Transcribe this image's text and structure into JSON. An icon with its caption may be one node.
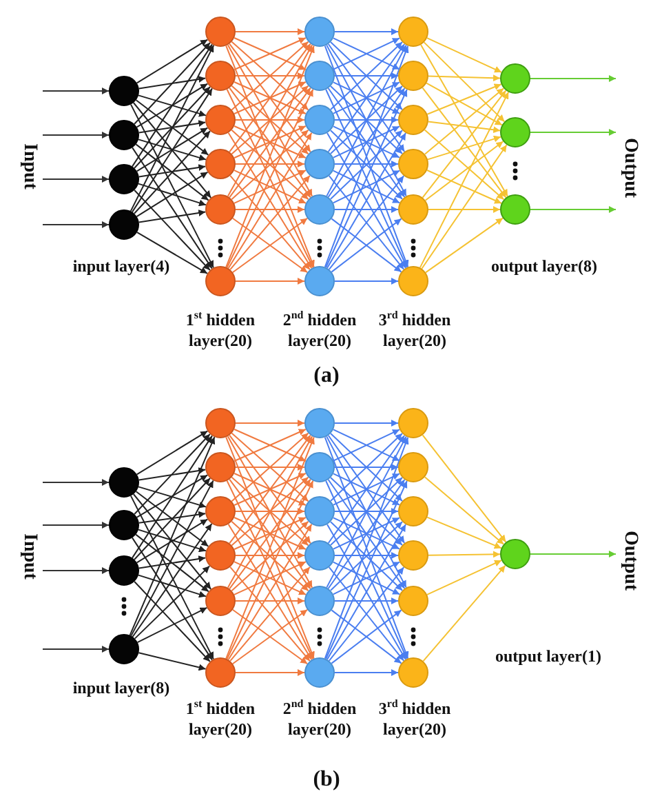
{
  "diagram": {
    "nodes": [
      {
        "text": [],
        "shape": "circle"
      },
      {
        "text": [],
        "shape": "circle"
      },
      {
        "text": [],
        "shape": "circle"
      },
      {
        "text": [],
        "shape": "circle"
      },
      {
        "text": [],
        "shape": "circle"
      },
      {
        "text": [],
        "shape": "circle"
      },
      {
        "text": [],
        "shape": "circle"
      },
      {
        "text": [],
        "shape": "circle"
      },
      {
        "text": [],
        "shape": "circle"
      },
      {
        "text": [],
        "shape": "circle"
      },
      {
        "text": [],
        "shape": "circle"
      },
      {
        "text": [],
        "shape": "circle"
      },
      {
        "text": [],
        "shape": "circle"
      },
      {
        "text": [],
        "shape": "circle"
      },
      {
        "text": [],
        "shape": "circle"
      },
      {
        "text": [],
        "shape": "circle"
      },
      {
        "text": [],
        "shape": "circle"
      },
      {
        "text": [],
        "shape": "circle"
      },
      {
        "text": [],
        "shape": "circle"
      },
      {
        "text": [],
        "shape": "circle"
      },
      {
        "text": [],
        "shape": "circle"
      },
      {
        "text": [],
        "shape": "circle"
      },
      {
        "text": [],
        "shape": "circle"
      },
      {
        "text": [],
        "shape": "circle"
      },
      {
        "text": [],
        "shape": "circle"
      },
      {
        "text": [],
        "shape": "circle"
      },
      {
        "text": [],
        "shape": "circle"
      },
      {
        "text": [],
        "shape": "circle"
      },
      {
        "text": [],
        "shape": "circle"
      },
      {
        "text": [],
        "shape": "circle"
      },
      {
        "text": [],
        "shape": "circle"
      },
      {
        "text": [],
        "shape": "circle"
      },
      {
        "text": [],
        "shape": "circle"
      },
      {
        "text": [],
        "shape": "circle"
      },
      {
        "text": [],
        "shape": "circle"
      },
      {
        "text": [],
        "shape": "circle"
      },
      {
        "text": [],
        "shape": "circle"
      },
      {
        "text": [],
        "shape": "circle"
      },
      {
        "text": [],
        "shape": "circle"
      },
      {
        "text": [],
        "shape": "circle"
      },
      {
        "text": [],
        "shape": "circle"
      },
      {
        "text": [],
        "shape": "circle"
      },
      {
        "text": [],
        "shape": "circle"
      },
      {
        "text": [],
        "shape": "circle"
      },
      {
        "text": [],
        "shape": "circle"
      },
      {
        "text": [],
        "shape": "circle"
      },
      {
        "text": [],
        "shape": "circle"
      },
      {
        "text": [],
        "shape": "circle"
      },
      {
        "text": [
          "Input"
        ]
      },
      {
        "text": [
          "Output"
        ]
      },
      {
        "text": [
          "Input"
        ]
      },
      {
        "text": [
          "Output"
        ]
      }
    ],
    "edges": [
      {
        "from": 48,
        "to": 0,
        "arrow": "to",
        "color": "#333333"
      },
      {
        "from": 48,
        "to": 1,
        "arrow": "to",
        "color": "#333333"
      },
      {
        "from": 48,
        "to": 2,
        "arrow": "to",
        "color": "#333333"
      },
      {
        "from": 48,
        "to": 3,
        "arrow": "to",
        "color": "#333333"
      },
      {
        "from": 0,
        "to": 4,
        "arrow": "to",
        "color": "#222222"
      },
      {
        "from": 0,
        "to": 5,
        "arrow": "to",
        "color": "#222222"
      },
      {
        "from": 0,
        "to": 6,
        "arrow": "to",
        "color": "#222222"
      },
      {
        "from": 0,
        "to": 7,
        "arrow": "to",
        "color": "#222222"
      },
      {
        "from": 0,
        "to": 8,
        "arrow": "to",
        "color": "#222222"
      },
      {
        "from": 0,
        "to": 9,
        "arrow": "to",
        "color": "#222222"
      },
      {
        "from": 1,
        "to": 4,
        "arrow": "to",
        "color": "#222222"
      },
      {
        "from": 1,
        "to": 5,
        "arrow": "to",
        "color": "#222222"
      },
      {
        "from": 1,
        "to": 6,
        "arrow": "to",
        "color": "#222222"
      },
      {
        "from": 1,
        "to": 7,
        "arrow": "to",
        "color": "#222222"
      },
      {
        "from": 1,
        "to": 8,
        "arrow": "to",
        "color": "#222222"
      },
      {
        "from": 1,
        "to": 9,
        "arrow": "to",
        "color": "#222222"
      },
      {
        "from": 2,
        "to": 4,
        "arrow": "to",
        "color": "#222222"
      },
      {
        "from": 2,
        "to": 5,
        "arrow": "to",
        "color": "#222222"
      },
      {
        "from": 2,
        "to": 6,
        "arrow": "to",
        "color": "#222222"
      },
      {
        "from": 2,
        "to": 7,
        "arrow": "to",
        "color": "#222222"
      },
      {
        "from": 2,
        "to": 8,
        "arrow": "to",
        "color": "#222222"
      },
      {
        "from": 2,
        "to": 9,
        "arrow": "to",
        "color": "#222222"
      },
      {
        "from": 3,
        "to": 4,
        "arrow": "to",
        "color": "#222222"
      },
      {
        "from": 3,
        "to": 5,
        "arrow": "to",
        "color": "#222222"
      },
      {
        "from": 3,
        "to": 6,
        "arrow": "to",
        "color": "#222222"
      },
      {
        "from": 3,
        "to": 7,
        "arrow": "to",
        "color": "#222222"
      },
      {
        "from": 3,
        "to": 8,
        "arrow": "to",
        "color": "#222222"
      },
      {
        "from": 3,
        "to": 9,
        "arrow": "to",
        "color": "#222222"
      },
      {
        "from": 4,
        "to": 10,
        "arrow": "to",
        "color": "#f07a40"
      },
      {
        "from": 4,
        "to": 11,
        "arrow": "to",
        "color": "#f07a40"
      },
      {
        "from": 4,
        "to": 12,
        "arrow": "to",
        "color": "#f07a40"
      },
      {
        "from": 4,
        "to": 13,
        "arrow": "to",
        "color": "#f07a40"
      },
      {
        "from": 4,
        "to": 14,
        "arrow": "to",
        "color": "#f07a40"
      },
      {
        "from": 4,
        "to": 15,
        "arrow": "to",
        "color": "#f07a40"
      },
      {
        "from": 5,
        "to": 10,
        "arrow": "to",
        "color": "#f07a40"
      },
      {
        "from": 5,
        "to": 11,
        "arrow": "to",
        "color": "#f07a40"
      },
      {
        "from": 5,
        "to": 12,
        "arrow": "to",
        "color": "#f07a40"
      },
      {
        "from": 5,
        "to": 13,
        "arrow": "to",
        "color": "#f07a40"
      },
      {
        "from": 5,
        "to": 14,
        "arrow": "to",
        "color": "#f07a40"
      },
      {
        "from": 5,
        "to": 15,
        "arrow": "to",
        "color": "#f07a40"
      },
      {
        "from": 6,
        "to": 10,
        "arrow": "to",
        "color": "#f07a40"
      },
      {
        "from": 6,
        "to": 11,
        "arrow": "to",
        "color": "#f07a40"
      },
      {
        "from": 6,
        "to": 12,
        "arrow": "to",
        "color": "#f07a40"
      },
      {
        "from": 6,
        "to": 13,
        "arrow": "to",
        "color": "#f07a40"
      },
      {
        "from": 6,
        "to": 14,
        "arrow": "to",
        "color": "#f07a40"
      },
      {
        "from": 6,
        "to": 15,
        "arrow": "to",
        "color": "#f07a40"
      },
      {
        "from": 7,
        "to": 10,
        "arrow": "to",
        "color": "#f07a40"
      },
      {
        "from": 7,
        "to": 11,
        "arrow": "to",
        "color": "#f07a40"
      },
      {
        "from": 7,
        "to": 12,
        "arrow": "to",
        "color": "#f07a40"
      },
      {
        "from": 7,
        "to": 13,
        "arrow": "to",
        "color": "#f07a40"
      },
      {
        "from": 7,
        "to": 14,
        "arrow": "to",
        "color": "#f07a40"
      },
      {
        "from": 7,
        "to": 15,
        "arrow": "to",
        "color": "#f07a40"
      },
      {
        "from": 8,
        "to": 10,
        "arrow": "to",
        "color": "#f07a40"
      },
      {
        "from": 8,
        "to": 11,
        "arrow": "to",
        "color": "#f07a40"
      },
      {
        "from": 8,
        "to": 12,
        "arrow": "to",
        "color": "#f07a40"
      },
      {
        "from": 8,
        "to": 13,
        "arrow": "to",
        "color": "#f07a40"
      },
      {
        "from": 8,
        "to": 14,
        "arrow": "to",
        "color": "#f07a40"
      },
      {
        "from": 8,
        "to": 15,
        "arrow": "to",
        "color": "#f07a40"
      },
      {
        "from": 9,
        "to": 10,
        "arrow": "to",
        "color": "#f07a40"
      },
      {
        "from": 9,
        "to": 11,
        "arrow": "to",
        "color": "#f07a40"
      },
      {
        "from": 9,
        "to": 12,
        "arrow": "to",
        "color": "#f07a40"
      },
      {
        "from": 9,
        "to": 13,
        "arrow": "to",
        "color": "#f07a40"
      },
      {
        "from": 9,
        "to": 14,
        "arrow": "to",
        "color": "#f07a40"
      },
      {
        "from": 9,
        "to": 15,
        "arrow": "to",
        "color": "#f07a40"
      },
      {
        "from": 10,
        "to": 16,
        "arrow": "to",
        "color": "#4a7ef0"
      },
      {
        "from": 10,
        "to": 17,
        "arrow": "to",
        "color": "#4a7ef0"
      },
      {
        "from": 10,
        "to": 18,
        "arrow": "to",
        "color": "#4a7ef0"
      },
      {
        "from": 10,
        "to": 19,
        "arrow": "to",
        "color": "#4a7ef0"
      },
      {
        "from": 10,
        "to": 20,
        "arrow": "to",
        "color": "#4a7ef0"
      },
      {
        "from": 10,
        "to": 21,
        "arrow": "to",
        "color": "#4a7ef0"
      },
      {
        "from": 11,
        "to": 16,
        "arrow": "to",
        "color": "#4a7ef0"
      },
      {
        "from": 11,
        "to": 17,
        "arrow": "to",
        "color": "#4a7ef0"
      },
      {
        "from": 11,
        "to": 18,
        "arrow": "to",
        "color": "#4a7ef0"
      },
      {
        "from": 11,
        "to": 19,
        "arrow": "to",
        "color": "#4a7ef0"
      },
      {
        "from": 11,
        "to": 20,
        "arrow": "to",
        "color": "#4a7ef0"
      },
      {
        "from": 11,
        "to": 21,
        "arrow": "to",
        "color": "#4a7ef0"
      },
      {
        "from": 12,
        "to": 16,
        "arrow": "to",
        "color": "#4a7ef0"
      },
      {
        "from": 12,
        "to": 17,
        "arrow": "to",
        "color": "#4a7ef0"
      },
      {
        "from": 12,
        "to": 18,
        "arrow": "to",
        "color": "#4a7ef0"
      },
      {
        "from": 12,
        "to": 19,
        "arrow": "to",
        "color": "#4a7ef0"
      },
      {
        "from": 12,
        "to": 20,
        "arrow": "to",
        "color": "#4a7ef0"
      },
      {
        "from": 12,
        "to": 21,
        "arrow": "to",
        "color": "#4a7ef0"
      },
      {
        "from": 13,
        "to": 16,
        "arrow": "to",
        "color": "#4a7ef0"
      },
      {
        "from": 13,
        "to": 17,
        "arrow": "to",
        "color": "#4a7ef0"
      },
      {
        "from": 13,
        "to": 18,
        "arrow": "to",
        "color": "#4a7ef0"
      },
      {
        "from": 13,
        "to": 19,
        "arrow": "to",
        "color": "#4a7ef0"
      },
      {
        "from": 13,
        "to": 20,
        "arrow": "to",
        "color": "#4a7ef0"
      },
      {
        "from": 13,
        "to": 21,
        "arrow": "to",
        "color": "#4a7ef0"
      },
      {
        "from": 14,
        "to": 16,
        "arrow": "to",
        "color": "#4a7ef0"
      },
      {
        "from": 14,
        "to": 17,
        "arrow": "to",
        "color": "#4a7ef0"
      },
      {
        "from": 14,
        "to": 18,
        "arrow": "to",
        "color": "#4a7ef0"
      },
      {
        "from": 14,
        "to": 19,
        "arrow": "to",
        "color": "#4a7ef0"
      },
      {
        "from": 14,
        "to": 20,
        "arrow": "to",
        "color": "#4a7ef0"
      },
      {
        "from": 14,
        "to": 21,
        "arrow": "to",
        "color": "#4a7ef0"
      },
      {
        "from": 15,
        "to": 16,
        "arrow": "to",
        "color": "#4a7ef0"
      },
      {
        "from": 15,
        "to": 17,
        "arrow": "to",
        "color": "#4a7ef0"
      },
      {
        "from": 15,
        "to": 18,
        "arrow": "to",
        "color": "#4a7ef0"
      },
      {
        "from": 15,
        "to": 19,
        "arrow": "to",
        "color": "#4a7ef0"
      },
      {
        "from": 15,
        "to": 20,
        "arrow": "to",
        "color": "#4a7ef0"
      },
      {
        "from": 15,
        "to": 21,
        "arrow": "to",
        "color": "#4a7ef0"
      },
      {
        "from": 16,
        "to": 22,
        "arrow": "to",
        "color": "#f5c232"
      },
      {
        "from": 16,
        "to": 23,
        "arrow": "to",
        "color": "#f5c232"
      },
      {
        "from": 16,
        "to": 24,
        "arrow": "to",
        "color": "#f5c232"
      },
      {
        "from": 17,
        "to": 22,
        "arrow": "to",
        "color": "#f5c232"
      },
      {
        "from": 17,
        "to": 23,
        "arrow": "to",
        "color": "#f5c232"
      },
      {
        "from": 17,
        "to": 24,
        "arrow": "to",
        "color": "#f5c232"
      },
      {
        "from": 18,
        "to": 22,
        "arrow": "to",
        "color": "#f5c232"
      },
      {
        "from": 18,
        "to": 23,
        "arrow": "to",
        "color": "#f5c232"
      },
      {
        "from": 18,
        "to": 24,
        "arrow": "to",
        "color": "#f5c232"
      },
      {
        "from": 19,
        "to": 22,
        "arrow": "to",
        "color": "#f5c232"
      },
      {
        "from": 19,
        "to": 23,
        "arrow": "to",
        "color": "#f5c232"
      },
      {
        "from": 19,
        "to": 24,
        "arrow": "to",
        "color": "#f5c232"
      },
      {
        "from": 20,
        "to": 22,
        "arrow": "to",
        "color": "#f5c232"
      },
      {
        "from": 20,
        "to": 23,
        "arrow": "to",
        "color": "#f5c232"
      },
      {
        "from": 20,
        "to": 24,
        "arrow": "to",
        "color": "#f5c232"
      },
      {
        "from": 21,
        "to": 22,
        "arrow": "to",
        "color": "#f5c232"
      },
      {
        "from": 21,
        "to": 23,
        "arrow": "to",
        "color": "#f5c232"
      },
      {
        "from": 21,
        "to": 24,
        "arrow": "to",
        "color": "#f5c232"
      },
      {
        "from": 22,
        "to": 49,
        "arrow": "to",
        "color": "#66cc33"
      },
      {
        "from": 23,
        "to": 49,
        "arrow": "to",
        "color": "#66cc33"
      },
      {
        "from": 24,
        "to": 49,
        "arrow": "to",
        "color": "#66cc33"
      },
      {
        "from": 50,
        "to": 25,
        "arrow": "to",
        "color": "#333333"
      },
      {
        "from": 50,
        "to": 26,
        "arrow": "to",
        "color": "#333333"
      },
      {
        "from": 50,
        "to": 27,
        "arrow": "to",
        "color": "#333333"
      },
      {
        "from": 50,
        "to": 28,
        "arrow": "to",
        "color": "#333333"
      },
      {
        "from": 25,
        "to": 29,
        "arrow": "to",
        "color": "#222222"
      },
      {
        "from": 25,
        "to": 30,
        "arrow": "to",
        "color": "#222222"
      },
      {
        "from": 25,
        "to": 31,
        "arrow": "to",
        "color": "#222222"
      },
      {
        "from": 25,
        "to": 32,
        "arrow": "to",
        "color": "#222222"
      },
      {
        "from": 25,
        "to": 33,
        "arrow": "to",
        "color": "#222222"
      },
      {
        "from": 25,
        "to": 34,
        "arrow": "to",
        "color": "#222222"
      },
      {
        "from": 26,
        "to": 29,
        "arrow": "to",
        "color": "#222222"
      },
      {
        "from": 26,
        "to": 30,
        "arrow": "to",
        "color": "#222222"
      },
      {
        "from": 26,
        "to": 31,
        "arrow": "to",
        "color": "#222222"
      },
      {
        "from": 26,
        "to": 32,
        "arrow": "to",
        "color": "#222222"
      },
      {
        "from": 26,
        "to": 33,
        "arrow": "to",
        "color": "#222222"
      },
      {
        "from": 26,
        "to": 34,
        "arrow": "to",
        "color": "#222222"
      },
      {
        "from": 27,
        "to": 29,
        "arrow": "to",
        "color": "#222222"
      },
      {
        "from": 27,
        "to": 30,
        "arrow": "to",
        "color": "#222222"
      },
      {
        "from": 27,
        "to": 31,
        "arrow": "to",
        "color": "#222222"
      },
      {
        "from": 27,
        "to": 32,
        "arrow": "to",
        "color": "#222222"
      },
      {
        "from": 27,
        "to": 33,
        "arrow": "to",
        "color": "#222222"
      },
      {
        "from": 27,
        "to": 34,
        "arrow": "to",
        "color": "#222222"
      },
      {
        "from": 28,
        "to": 29,
        "arrow": "to",
        "color": "#222222"
      },
      {
        "from": 28,
        "to": 30,
        "arrow": "to",
        "color": "#222222"
      },
      {
        "from": 28,
        "to": 31,
        "arrow": "to",
        "color": "#222222"
      },
      {
        "from": 28,
        "to": 32,
        "arrow": "to",
        "color": "#222222"
      },
      {
        "from": 28,
        "to": 33,
        "arrow": "to",
        "color": "#222222"
      },
      {
        "from": 28,
        "to": 34,
        "arrow": "to",
        "color": "#222222"
      },
      {
        "from": 29,
        "to": 35,
        "arrow": "to",
        "color": "#f07a40"
      },
      {
        "from": 29,
        "to": 36,
        "arrow": "to",
        "color": "#f07a40"
      },
      {
        "from": 29,
        "to": 37,
        "arrow": "to",
        "color": "#f07a40"
      },
      {
        "from": 29,
        "to": 38,
        "arrow": "to",
        "color": "#f07a40"
      },
      {
        "from": 29,
        "to": 39,
        "arrow": "to",
        "color": "#f07a40"
      },
      {
        "from": 29,
        "to": 40,
        "arrow": "to",
        "color": "#f07a40"
      },
      {
        "from": 30,
        "to": 35,
        "arrow": "to",
        "color": "#f07a40"
      },
      {
        "from": 30,
        "to": 36,
        "arrow": "to",
        "color": "#f07a40"
      },
      {
        "from": 30,
        "to": 37,
        "arrow": "to",
        "color": "#f07a40"
      },
      {
        "from": 30,
        "to": 38,
        "arrow": "to",
        "color": "#f07a40"
      },
      {
        "from": 30,
        "to": 39,
        "arrow": "to",
        "color": "#f07a40"
      },
      {
        "from": 30,
        "to": 40,
        "arrow": "to",
        "color": "#f07a40"
      },
      {
        "from": 31,
        "to": 35,
        "arrow": "to",
        "color": "#f07a40"
      },
      {
        "from": 31,
        "to": 36,
        "arrow": "to",
        "color": "#f07a40"
      },
      {
        "from": 31,
        "to": 37,
        "arrow": "to",
        "color": "#f07a40"
      },
      {
        "from": 31,
        "to": 38,
        "arrow": "to",
        "color": "#f07a40"
      },
      {
        "from": 31,
        "to": 39,
        "arrow": "to",
        "color": "#f07a40"
      },
      {
        "from": 31,
        "to": 40,
        "arrow": "to",
        "color": "#f07a40"
      },
      {
        "from": 32,
        "to": 35,
        "arrow": "to",
        "color": "#f07a40"
      },
      {
        "from": 32,
        "to": 36,
        "arrow": "to",
        "color": "#f07a40"
      },
      {
        "from": 32,
        "to": 37,
        "arrow": "to",
        "color": "#f07a40"
      },
      {
        "from": 32,
        "to": 38,
        "arrow": "to",
        "color": "#f07a40"
      },
      {
        "from": 32,
        "to": 39,
        "arrow": "to",
        "color": "#f07a40"
      },
      {
        "from": 32,
        "to": 40,
        "arrow": "to",
        "color": "#f07a40"
      },
      {
        "from": 33,
        "to": 35,
        "arrow": "to",
        "color": "#f07a40"
      },
      {
        "from": 33,
        "to": 36,
        "arrow": "to",
        "color": "#f07a40"
      },
      {
        "from": 33,
        "to": 37,
        "arrow": "to",
        "color": "#f07a40"
      },
      {
        "from": 33,
        "to": 38,
        "arrow": "to",
        "color": "#f07a40"
      },
      {
        "from": 33,
        "to": 39,
        "arrow": "to",
        "color": "#f07a40"
      },
      {
        "from": 33,
        "to": 40,
        "arrow": "to",
        "color": "#f07a40"
      },
      {
        "from": 34,
        "to": 35,
        "arrow": "to",
        "color": "#f07a40"
      },
      {
        "from": 34,
        "to": 36,
        "arrow": "to",
        "color": "#f07a40"
      },
      {
        "from": 34,
        "to": 37,
        "arrow": "to",
        "color": "#f07a40"
      },
      {
        "from": 34,
        "to": 38,
        "arrow": "to",
        "color": "#f07a40"
      },
      {
        "from": 34,
        "to": 39,
        "arrow": "to",
        "color": "#f07a40"
      },
      {
        "from": 34,
        "to": 40,
        "arrow": "to",
        "color": "#f07a40"
      },
      {
        "from": 35,
        "to": 41,
        "arrow": "to",
        "color": "#4a7ef0"
      },
      {
        "from": 35,
        "to": 42,
        "arrow": "to",
        "color": "#4a7ef0"
      },
      {
        "from": 35,
        "to": 43,
        "arrow": "to",
        "color": "#4a7ef0"
      },
      {
        "from": 35,
        "to": 44,
        "arrow": "to",
        "color": "#4a7ef0"
      },
      {
        "from": 35,
        "to": 45,
        "arrow": "to",
        "color": "#4a7ef0"
      },
      {
        "from": 35,
        "to": 46,
        "arrow": "to",
        "color": "#4a7ef0"
      },
      {
        "from": 36,
        "to": 41,
        "arrow": "to",
        "color": "#4a7ef0"
      },
      {
        "from": 36,
        "to": 42,
        "arrow": "to",
        "color": "#4a7ef0"
      },
      {
        "from": 36,
        "to": 43,
        "arrow": "to",
        "color": "#4a7ef0"
      },
      {
        "from": 36,
        "to": 44,
        "arrow": "to",
        "color": "#4a7ef0"
      },
      {
        "from": 36,
        "to": 45,
        "arrow": "to",
        "color": "#4a7ef0"
      },
      {
        "from": 36,
        "to": 46,
        "arrow": "to",
        "color": "#4a7ef0"
      },
      {
        "from": 37,
        "to": 41,
        "arrow": "to",
        "color": "#4a7ef0"
      },
      {
        "from": 37,
        "to": 42,
        "arrow": "to",
        "color": "#4a7ef0"
      },
      {
        "from": 37,
        "to": 43,
        "arrow": "to",
        "color": "#4a7ef0"
      },
      {
        "from": 37,
        "to": 44,
        "arrow": "to",
        "color": "#4a7ef0"
      },
      {
        "from": 37,
        "to": 45,
        "arrow": "to",
        "color": "#4a7ef0"
      },
      {
        "from": 37,
        "to": 46,
        "arrow": "to",
        "color": "#4a7ef0"
      },
      {
        "from": 38,
        "to": 41,
        "arrow": "to",
        "color": "#4a7ef0"
      },
      {
        "from": 38,
        "to": 42,
        "arrow": "to",
        "color": "#4a7ef0"
      },
      {
        "from": 38,
        "to": 43,
        "arrow": "to",
        "color": "#4a7ef0"
      },
      {
        "from": 38,
        "to": 44,
        "arrow": "to",
        "color": "#4a7ef0"
      },
      {
        "from": 38,
        "to": 45,
        "arrow": "to",
        "color": "#4a7ef0"
      },
      {
        "from": 38,
        "to": 46,
        "arrow": "to",
        "color": "#4a7ef0"
      },
      {
        "from": 39,
        "to": 41,
        "arrow": "to",
        "color": "#4a7ef0"
      },
      {
        "from": 39,
        "to": 42,
        "arrow": "to",
        "color": "#4a7ef0"
      },
      {
        "from": 39,
        "to": 43,
        "arrow": "to",
        "color": "#4a7ef0"
      },
      {
        "from": 39,
        "to": 44,
        "arrow": "to",
        "color": "#4a7ef0"
      },
      {
        "from": 39,
        "to": 45,
        "arrow": "to",
        "color": "#4a7ef0"
      },
      {
        "from": 39,
        "to": 46,
        "arrow": "to",
        "color": "#4a7ef0"
      },
      {
        "from": 40,
        "to": 41,
        "arrow": "to",
        "color": "#4a7ef0"
      },
      {
        "from": 40,
        "to": 42,
        "arrow": "to",
        "color": "#4a7ef0"
      },
      {
        "from": 40,
        "to": 43,
        "arrow": "to",
        "color": "#4a7ef0"
      },
      {
        "from": 40,
        "to": 44,
        "arrow": "to",
        "color": "#4a7ef0"
      },
      {
        "from": 40,
        "to": 45,
        "arrow": "to",
        "color": "#4a7ef0"
      },
      {
        "from": 40,
        "to": 46,
        "arrow": "to",
        "color": "#4a7ef0"
      },
      {
        "from": 41,
        "to": 47,
        "arrow": "to",
        "color": "#f5c232"
      },
      {
        "from": 42,
        "to": 47,
        "arrow": "to",
        "color": "#f5c232"
      },
      {
        "from": 43,
        "to": 47,
        "arrow": "to",
        "color": "#f5c232"
      },
      {
        "from": 44,
        "to": 47,
        "arrow": "to",
        "color": "#f5c232"
      },
      {
        "from": 45,
        "to": 47,
        "arrow": "to",
        "color": "#f5c232"
      },
      {
        "from": 46,
        "to": 47,
        "arrow": "to",
        "color": "#f5c232"
      },
      {
        "from": 47,
        "to": 51,
        "arrow": "to",
        "color": "#66cc33"
      }
    ],
    "labels": [
      "input layer(4)",
      "output layer(8)",
      "1$^{st}$ hidden layer(20)",
      "2$^{nd}$ hidden layer(20)",
      "3$^{rd}$ hidden layer(20)",
      "(a)",
      "input layer(8)",
      "output layer(1)",
      "1$^{st}$ hidden layer(20)",
      "2$^{nd}$ hidden layer(20)",
      "3$^{rd}$ hidden layer(20)",
      "(b)"
    ]
  }
}
